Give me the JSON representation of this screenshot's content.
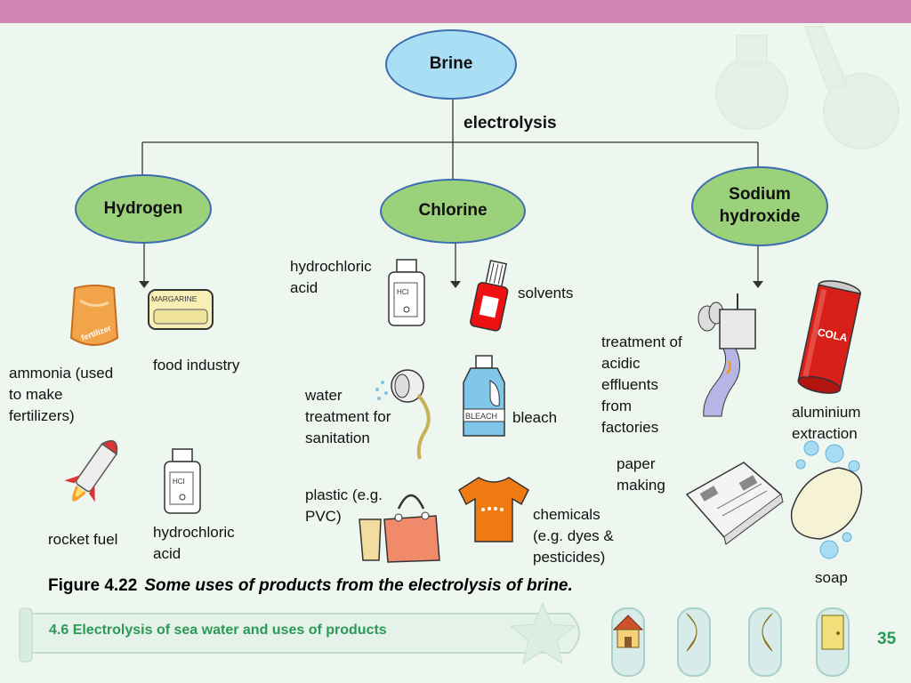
{
  "diagram": {
    "root": "Brine",
    "process": "electrolysis",
    "products": [
      "Hydrogen",
      "Chlorine",
      "Sodium hydroxide"
    ],
    "sodium_line1": "Sodium",
    "sodium_line2": "hydroxide"
  },
  "uses": {
    "hydrogen": {
      "ammonia": [
        "ammonia (used",
        "to make",
        "fertilizers)"
      ],
      "food": "food industry",
      "rocket": "rocket fuel",
      "hcl": [
        "hydrochloric",
        "acid"
      ]
    },
    "chlorine": {
      "hcl": [
        "hydrochloric",
        "acid"
      ],
      "solvents": "solvents",
      "water": [
        "water",
        "treatment for",
        "sanitation"
      ],
      "bleach": "bleach",
      "plastic": [
        "plastic (e.g.",
        "PVC)"
      ],
      "chemicals": [
        "chemicals",
        "(e.g. dyes &",
        "pesticides)"
      ]
    },
    "sodium_hydroxide": {
      "effluents": [
        "treatment of",
        "acidic",
        "effluents",
        "from",
        "factories"
      ],
      "aluminium": [
        "aluminium",
        "extraction"
      ],
      "paper": [
        "paper",
        "making"
      ],
      "soap": "soap"
    }
  },
  "image_text": {
    "fertilizer": "fertilizer",
    "margarine": "MARGARINE",
    "hcl_bottle": "HCl",
    "bleach": "BLEACH",
    "cola": "COLA"
  },
  "caption": {
    "number": "Figure 4.22",
    "text": "Some uses of products from the electrolysis of brine."
  },
  "footer": {
    "section": "4.6   Electrolysis of sea water and uses of products",
    "page": "35"
  },
  "colors": {
    "topbar": "#cf86b4",
    "background": "#eef7ef",
    "brine_fill": "#a9def5",
    "product_fill": "#9bd17a",
    "footer_text": "#2b9a55"
  },
  "icons": [
    "house-icon",
    "back-arrow-icon",
    "forward-arrow-icon",
    "exit-door-icon"
  ]
}
